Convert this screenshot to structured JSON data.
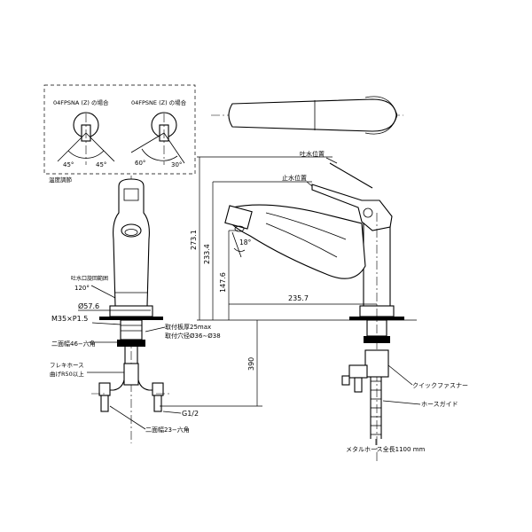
{
  "inset": {
    "na_title": "04FPSNA (Z) の場合",
    "ne_title": "04FPSNE (Z) の場合",
    "na_angle_left": "45°",
    "na_angle_right": "45°",
    "ne_angle_left": "60°",
    "ne_angle_right": "30°",
    "caption": "温度調節"
  },
  "labels": {
    "spout_stop_position": "吐水位置",
    "stop_position": "止水位置",
    "angle_18": "18°",
    "mount_range_title": "吐水口旋回範囲",
    "mount_range_angle": "120°",
    "dia_57_6": "Ø57.6",
    "thread": "M35×P1.5",
    "hex46": "二面幅46−六角",
    "plate_thickness": "取付板厚25max",
    "hole_dia": "取付穴径Ø36∼Ø38",
    "flex_hose": "フレキホース",
    "flex_hose_bend": "曲げR50以上",
    "g_half": "G1/2",
    "hex23": "二面幅23−六角",
    "quick_fastener": "クイックファスナー",
    "hose_guide": "ホースガイド",
    "metal_hose": "メタルホース全長1100 mm"
  },
  "dimensions": {
    "d273": "273.1",
    "d233": "233.4",
    "d147": "147.6",
    "d235": "235.7",
    "d390": "390"
  }
}
